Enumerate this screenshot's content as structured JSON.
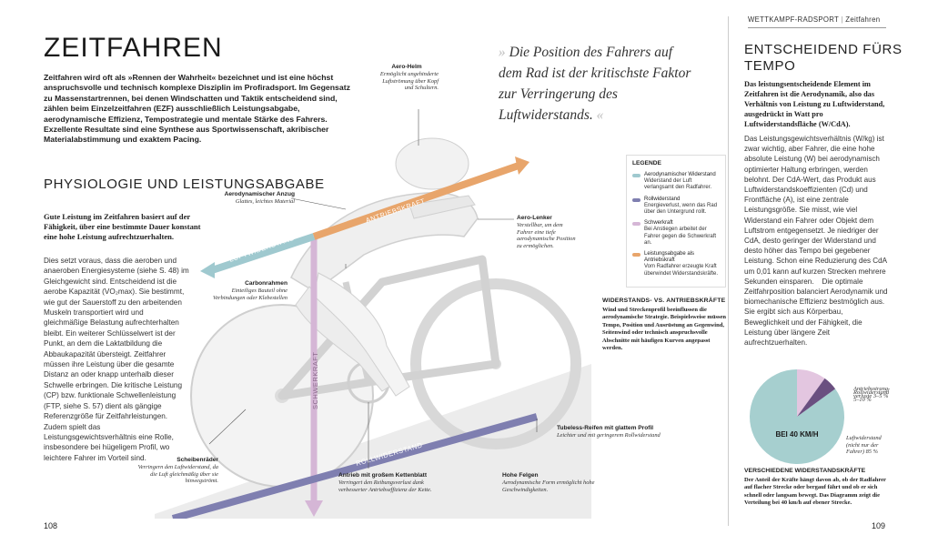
{
  "header": {
    "section": "WETTKAMPF-RADSPORT",
    "chapter": "Zeitfahren",
    "separator": "|"
  },
  "title": "ZEITFAHREN",
  "intro": "Zeitfahren wird oft als »Rennen der Wahrheit« bezeichnet und ist eine höchst anspruchsvolle und technisch komplexe Disziplin im Profiradsport. Im Gegensatz zu Massenstartrennen, bei denen Windschatten und Taktik entscheidend sind, zählen beim Einzelzeitfahren (EZF) ausschließlich Leistungsabgabe, aerodynamische Effizienz, Tempostrategie und mentale Stärke des Fahrers. Exzellente Resultate sind eine Synthese aus Sportwissenschaft, akribischer Materialabstimmung und exaktem Pacing.",
  "section": {
    "heading": "PHYSIOLOGIE UND LEISTUNGSABGABE",
    "subheading": "Gute Leistung im Zeitfahren basiert auf der Fähigkeit, über eine bestimmte Dauer konstant eine hohe Leistung aufrechtzuerhalten.",
    "body": "Dies setzt voraus, dass die aeroben und anaeroben Energiesysteme (siehe S. 48) im Gleichgewicht sind. Entscheidend ist die aerobe Kapazität (VO₂max). Sie bestimmt, wie gut der Sauerstoff zu den arbeitenden Muskeln transportiert wird und gleichmäßige Belastung aufrechterhalten bleibt. Ein weiterer Schlüsselwert ist der Punkt, an dem die Laktatbildung die Abbaukapazität übersteigt. Zeitfahrer müssen ihre Leistung über die gesamte Distanz an oder knapp unterhalb dieser Schwelle erbringen. Die kritische Leistung (CP) bzw. funktionale Schwellenleistung (FTP, siehe S. 57) dient als gängige Referenzgröße für Zeitfahrleistungen. Zudem spielt das Leistungsgewichtsverhältnis eine Rolle, insbesondere bei hügeligem Profil, wo leichtere Fahrer im Vorteil sind."
  },
  "quote": {
    "open": "»",
    "text": "Die Position des Fahrers auf dem Rad ist der kritischste Faktor zur Verringerung des Luftwiderstands.",
    "close": "«"
  },
  "right": {
    "heading": "ENTSCHEIDEND FÜRS TEMPO",
    "subheading": "Das leistungsentscheidende Element im Zeitfahren ist die Aerodynamik, also das Verhältnis von Leistung zu Luftwiderstand, ausgedrückt in Watt pro Luftwiderstandsfläche (W/CdA).",
    "body": "Das Leistungsgewichtsverhältnis (W/kg) ist zwar wichtig, aber Fahrer, die eine hohe absolute Leistung (W) bei aerodynamisch optimierter Haltung erbringen, werden belohnt. Der CdA-Wert, das Produkt aus Luftwiderstandskoeffizienten (Cd) und Frontfläche (A), ist eine zentrale Leistungsgröße. Sie misst, wie viel Widerstand ein Fahrer oder Objekt dem Luftstrom entgegensetzt. Je niedriger der CdA, desto geringer der Widerstand und desto höher das Tempo bei gegebener Leistung. Schon eine Reduzierung des CdA um 0,01 kann auf kurzen Strecken mehrere Sekunden einsparen.    Die optimale Zeitfahrposition balanciert Aerodynamik und biomechanische Effizienz bestmöglich aus. Sie ergibt sich aus Körperbau, Beweglichkeit und der Fähigkeit, die Leistung über längere Zeit aufrechtzuerhalten."
  },
  "callouts": {
    "helm": {
      "title": "Aero-Helm",
      "text": "Ermöglicht ungehinderte Luftströmung über Kopf und Schultern."
    },
    "anzug": {
      "title": "Aerodynamischer Anzug",
      "text": "Glattes, leichtes Material"
    },
    "lenker": {
      "title": "Aero-Lenker",
      "text": "Verstellbar, um dem Fahrer eine tiefe aerodynamische Position zu ermöglichen."
    },
    "carbon": {
      "title": "Carbonrahmen",
      "text": "Einteiliges Bauteil ohne Verbindungen oder Klebestellen"
    },
    "scheiben": {
      "title": "Scheibenräder",
      "text": "Verringern den Luftwiderstand, da die Luft gleichmäßig über sie hinwegströmt."
    },
    "antrieb": {
      "title": "Antrieb mit großem Kettenblatt",
      "text": "Verringert den Reibungsverlust dank verbesserter Antriebseffizienz der Kette."
    },
    "felgen": {
      "title": "Hohe Felgen",
      "text": "Aerodynamische Form ermöglicht hohe Geschwindigkeiten."
    },
    "reifen": {
      "title": "Tubeless-Reifen mit glattem Profil",
      "text": "Leichter und mit geringerem Rollwiderstand"
    }
  },
  "arrows": {
    "luft": "LUFTWIDERSTAND",
    "antrieb": "ANTRIEBSKRAFT",
    "schwer": "SCHWERKRAFT",
    "roll": "ROLLWIDERSTAND"
  },
  "colors": {
    "luft": "#9fc9cf",
    "antrieb": "#e8a56b",
    "schwer": "#d5b6d6",
    "roll": "#7f7fb0",
    "pie_luft": "#a6cfcf",
    "pie_roll": "#6a4f80",
    "pie_grav": "#e3c6e0"
  },
  "legend": {
    "title": "LEGENDE",
    "items": [
      {
        "name": "Aerodynamischer Widerstand",
        "text": "Widerstand der Luft verlangsamt den Radfahrer."
      },
      {
        "name": "Rollwiderstand",
        "text": "Energieverlust, wenn das Rad über den Untergrund rollt."
      },
      {
        "name": "Schwerkraft",
        "text": "Bei Anstiegen arbeitet der Fahrer gegen die Schwerkraft an."
      },
      {
        "name": "Leistungsabgabe als Antriebskraft",
        "text": "Vom Radfahrer erzeugte Kraft überwindet Widerstandskräfte."
      }
    ]
  },
  "widerstand": {
    "heading": "WIDERSTANDS- VS. ANTRIEBSKRÄFTE",
    "text": "Wind und Streckenprofil beeinflussen die aerodynamische Strategie. Beispielsweise müssen Tempo, Position und Ausrüstung an Gegenwind, Seitenwind oder technisch anspruchsvolle Abschnitte mit häufigen Kurven angepasst werden."
  },
  "chart_data": {
    "type": "pie",
    "title": "",
    "center_label": "BEI 40 KM/H",
    "series": [
      {
        "name": "Luftwiderstand (nicht nur der Fahrer) 85 %",
        "value": 85
      },
      {
        "name": "Rollwiderstand 5–10 %",
        "value": 10
      },
      {
        "name": "Antriebsstrangverluste 3–5 %",
        "value": 5
      }
    ],
    "labels": {
      "antrieb": "Antriebsstrang-verluste 3–5 %",
      "roll": "Rollwiderstand 5–10 %",
      "luft": "Luftwiderstand (nicht nur der Fahrer) 85 %"
    }
  },
  "verschieden": {
    "heading": "VERSCHIEDENE WIDERSTANDSKRÄFTE",
    "text": "Der Anteil der Kräfte hängt davon ab, ob der Radfahrer auf flacher Strecke oder bergauf fährt und ob er sich schnell oder langsam bewegt. Das Diagramm zeigt die Verteilung bei 40 km/h auf ebener Strecke."
  },
  "pages": {
    "left": "108",
    "right": "109"
  }
}
